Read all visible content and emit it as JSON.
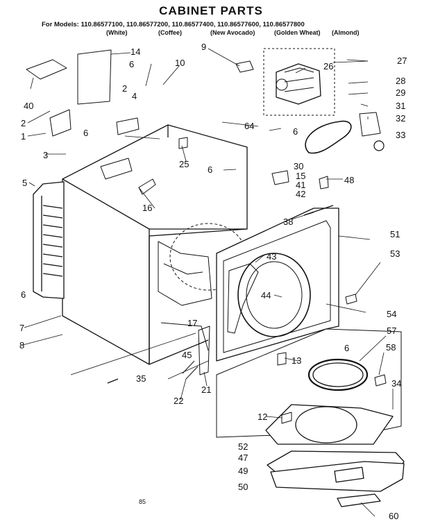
{
  "title": "CABINET PARTS",
  "models_line": "For Models: 110.86577100, 110.86577200, 110.86577400, 110.86577600, 110.86577800",
  "colors": [
    "(White)",
    "(Coffee)",
    "(New Avocado)",
    "(Golden Wheat)",
    "(Almond)"
  ],
  "part_numbers": [
    "1",
    "2",
    "2",
    "3",
    "4",
    "5",
    "6",
    "6",
    "6",
    "6",
    "6",
    "6",
    "7",
    "8",
    "9",
    "10",
    "12",
    "13",
    "14",
    "15",
    "16",
    "17",
    "21",
    "22",
    "25",
    "26",
    "27",
    "28",
    "29",
    "30",
    "31",
    "32",
    "33",
    "34",
    "35",
    "38",
    "40",
    "41",
    "42",
    "43",
    "44",
    "45",
    "47",
    "48",
    "49",
    "50",
    "51",
    "52",
    "53",
    "54",
    "57",
    "58",
    "60",
    "64"
  ],
  "page_number": "85"
}
